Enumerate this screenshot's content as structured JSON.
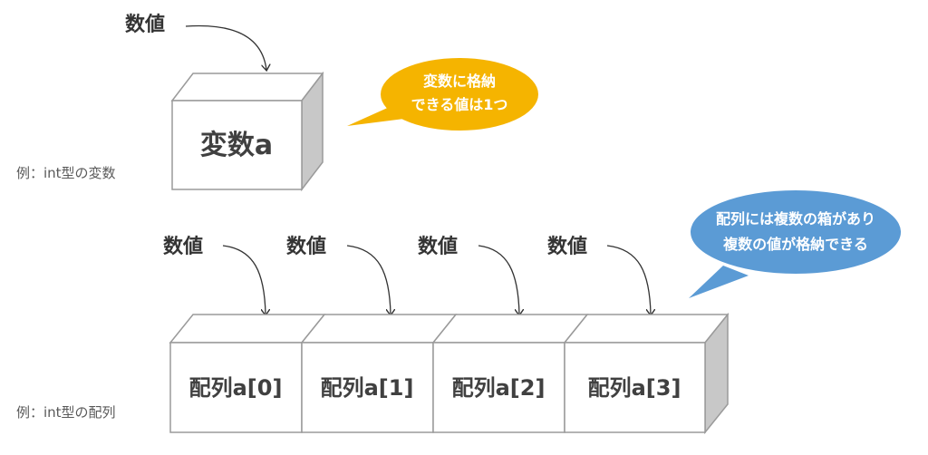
{
  "variable": {
    "value_label": "数値",
    "box_label": "変数a",
    "example_caption": "例：int型の変数",
    "bubble_line1": "変数に格納",
    "bubble_line2": "できる値は1つ",
    "bubble_color": "#f5b400"
  },
  "array": {
    "value_labels": [
      "数値",
      "数値",
      "数値",
      "数値"
    ],
    "cells": [
      "配列a[0]",
      "配列a[1]",
      "配列a[2]",
      "配列a[3]"
    ],
    "example_caption": "例：int型の配列",
    "bubble_line1": "配列には複数の箱があり",
    "bubble_line2": "複数の値が格納できる",
    "bubble_color": "#5b9bd5"
  },
  "colors": {
    "box_border": "#9a9a9a",
    "box_side": "#c8c8c8",
    "text_dark": "#404040",
    "caption": "#595959"
  }
}
